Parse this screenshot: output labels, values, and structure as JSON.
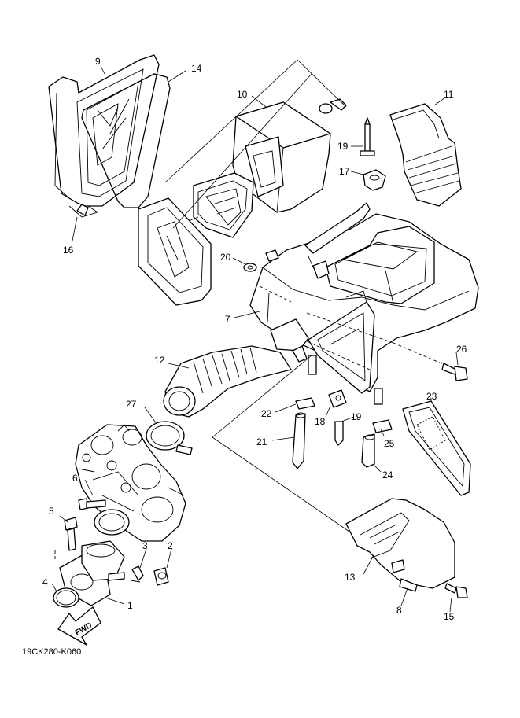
{
  "diagram": {
    "code": "19CK280-K060",
    "fwd_label": "FWD",
    "callouts": [
      "9",
      "14",
      "10",
      "11",
      "19",
      "17",
      "16",
      "20",
      "7",
      "12",
      "26",
      "27",
      "22",
      "18",
      "19",
      "23",
      "21",
      "25",
      "24",
      "6",
      "5",
      "3",
      "2",
      "13",
      "4",
      "1",
      "8",
      "15"
    ]
  }
}
